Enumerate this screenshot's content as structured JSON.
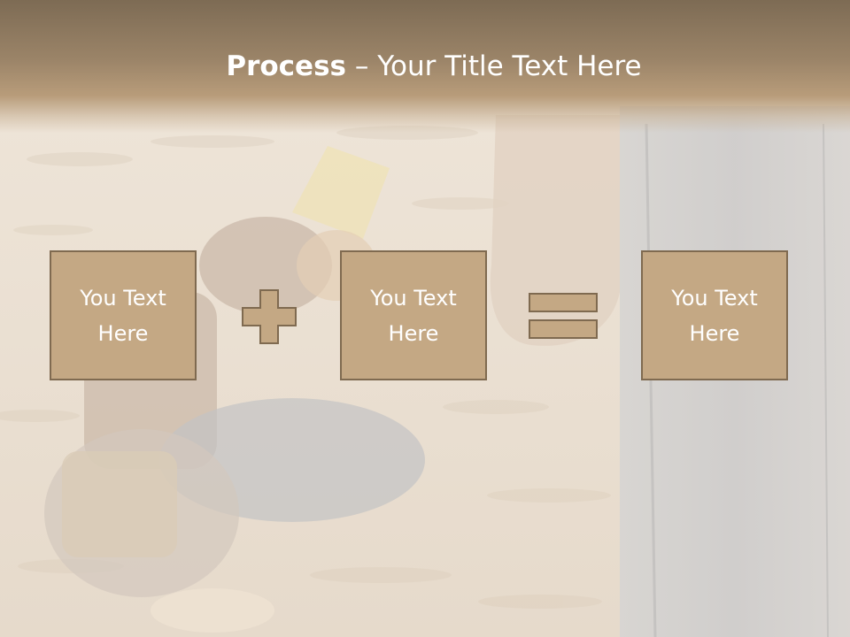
{
  "title": {
    "bold": "Process",
    "rest": " – Your Title Text Here"
  },
  "boxes": [
    {
      "label": "You Text Here"
    },
    {
      "label": "You Text Here"
    },
    {
      "label": "You Text Here"
    }
  ],
  "operators": [
    "plus-icon",
    "equals-icon"
  ],
  "colors": {
    "header": "#9b8468",
    "box_fill": "#c4a884",
    "box_border": "#7f6a50",
    "text": "#ffffff"
  }
}
